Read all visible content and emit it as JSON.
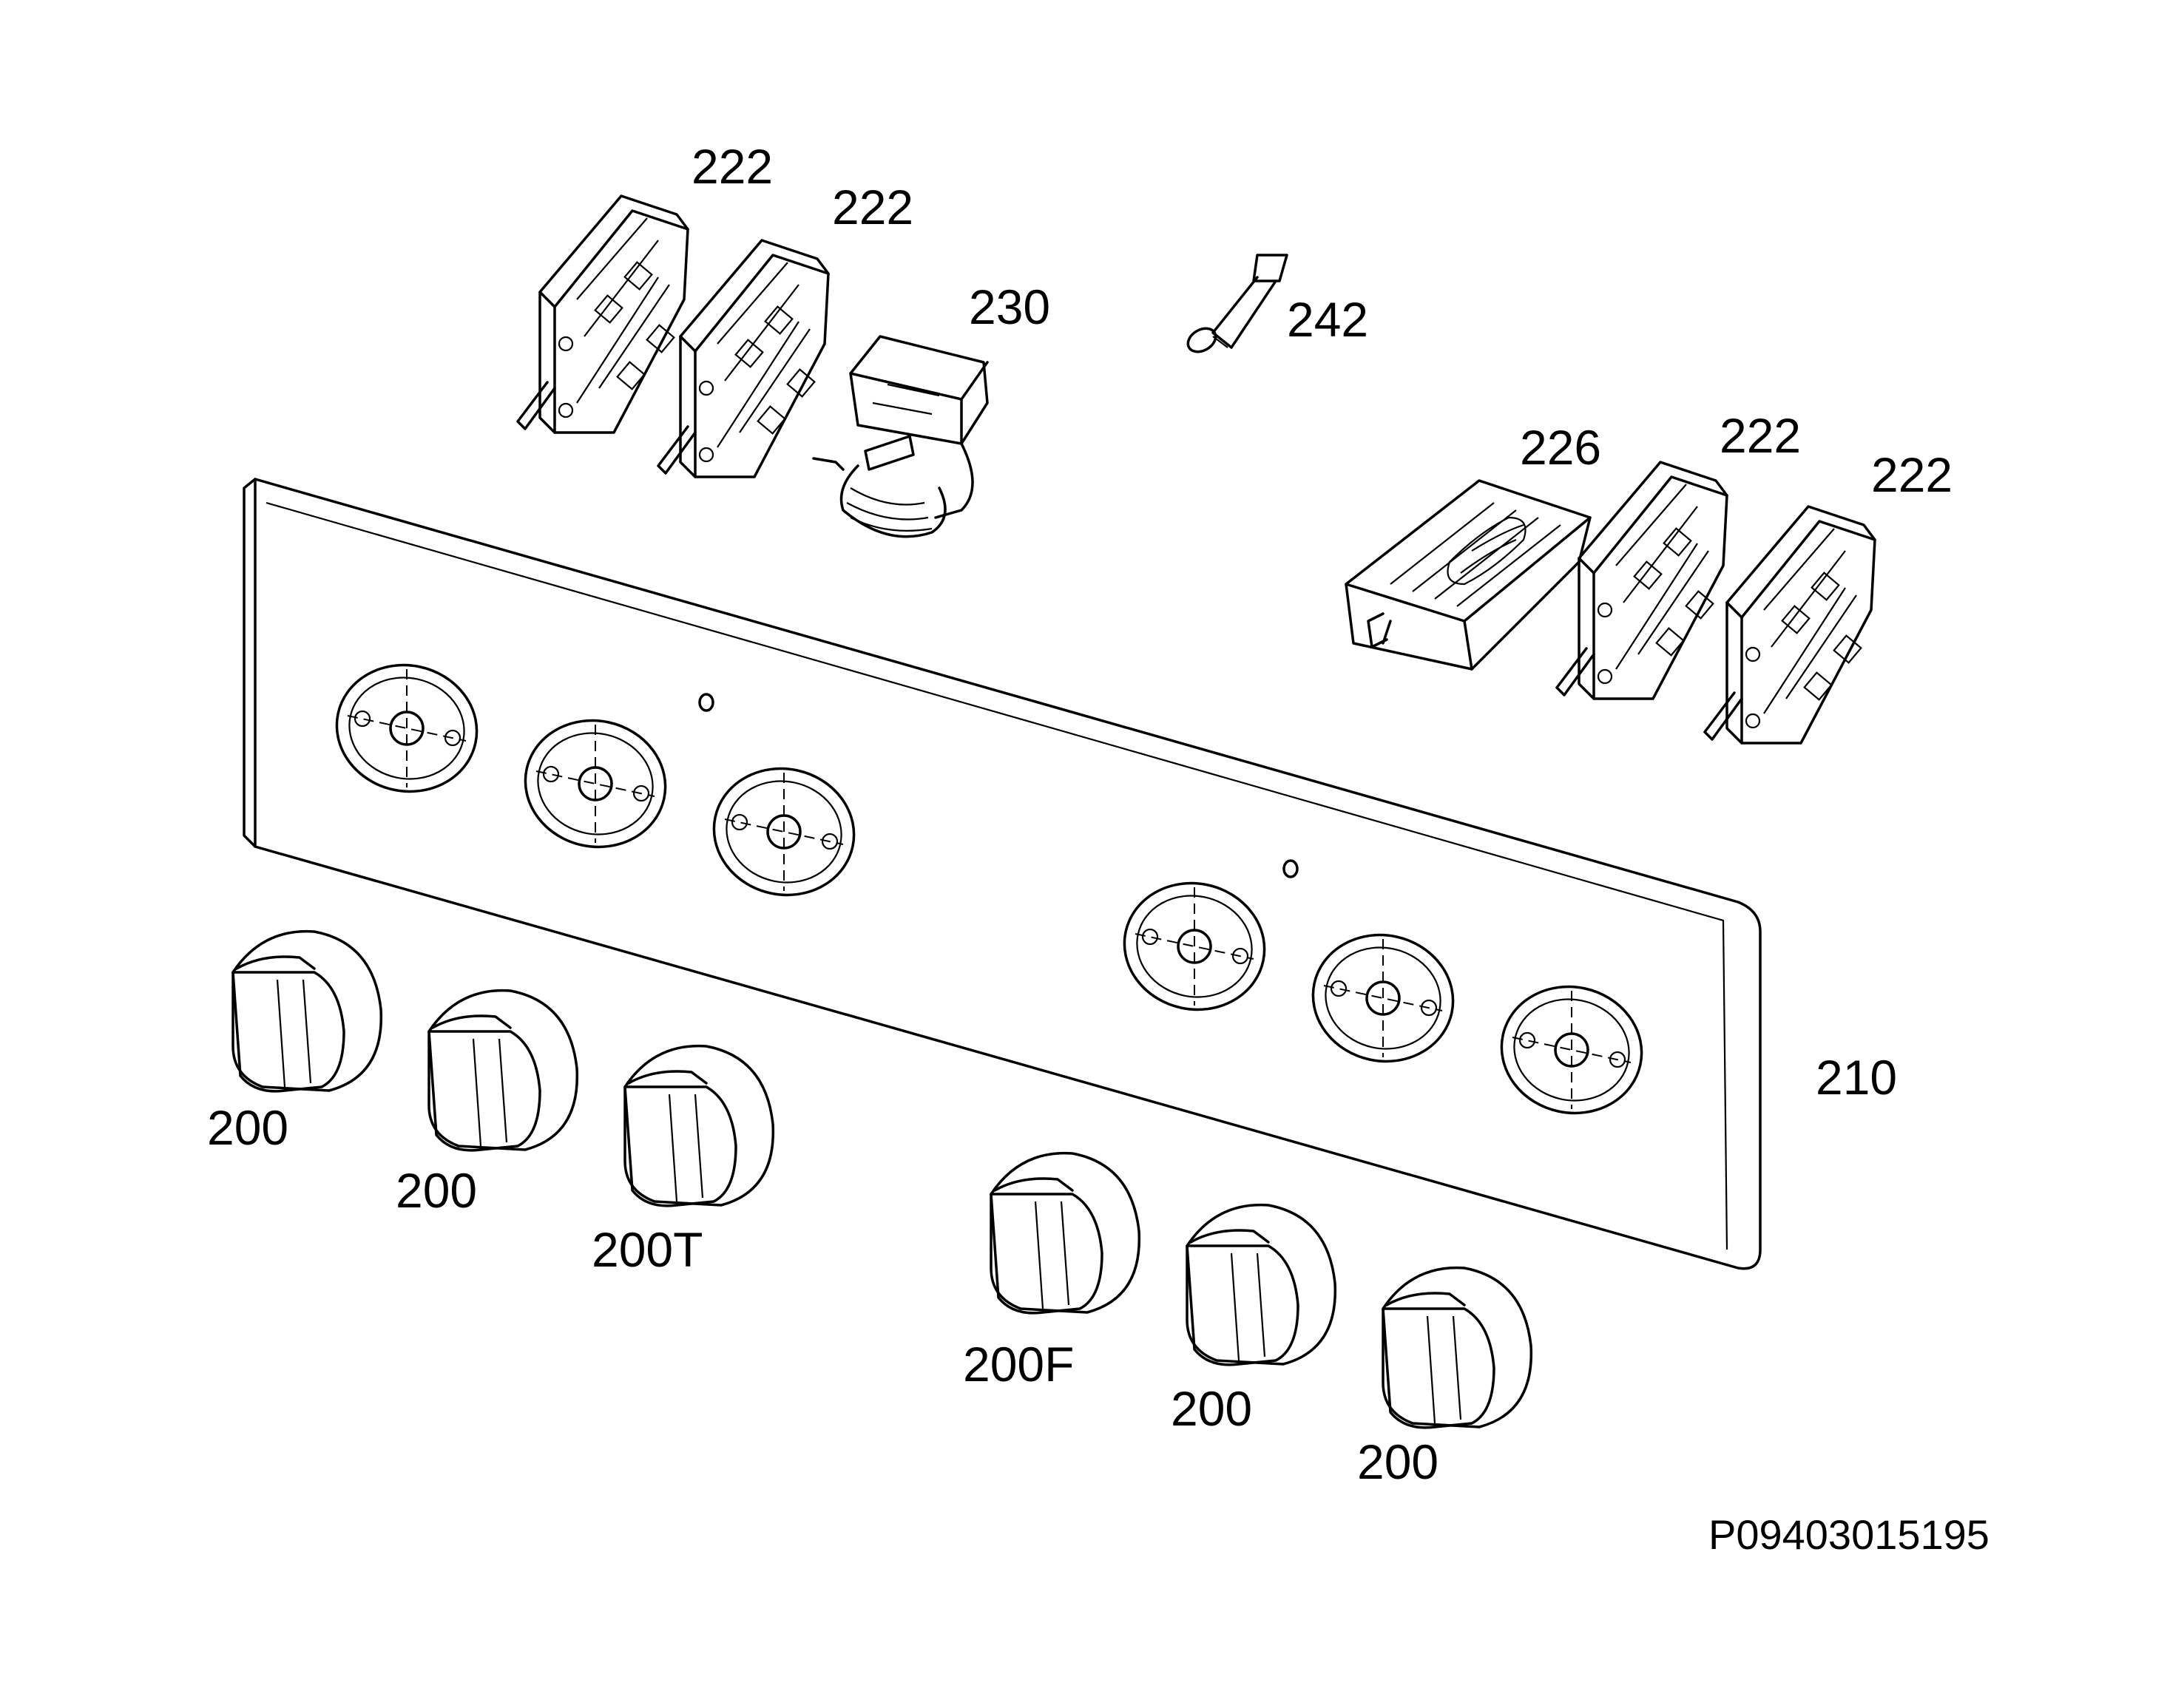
{
  "diagram": {
    "part_labels": {
      "switch_top_left": "222",
      "switch_top_second": "222",
      "thermostat": "230",
      "sensor": "242",
      "selector_switch": "226",
      "switch_right_first": "222",
      "switch_right_second": "222",
      "control_panel": "210",
      "knob_1": "200",
      "knob_2": "200",
      "knob_3": "200T",
      "knob_4": "200F",
      "knob_5": "200",
      "knob_6": "200"
    },
    "drawing_code": "P09403015195"
  }
}
